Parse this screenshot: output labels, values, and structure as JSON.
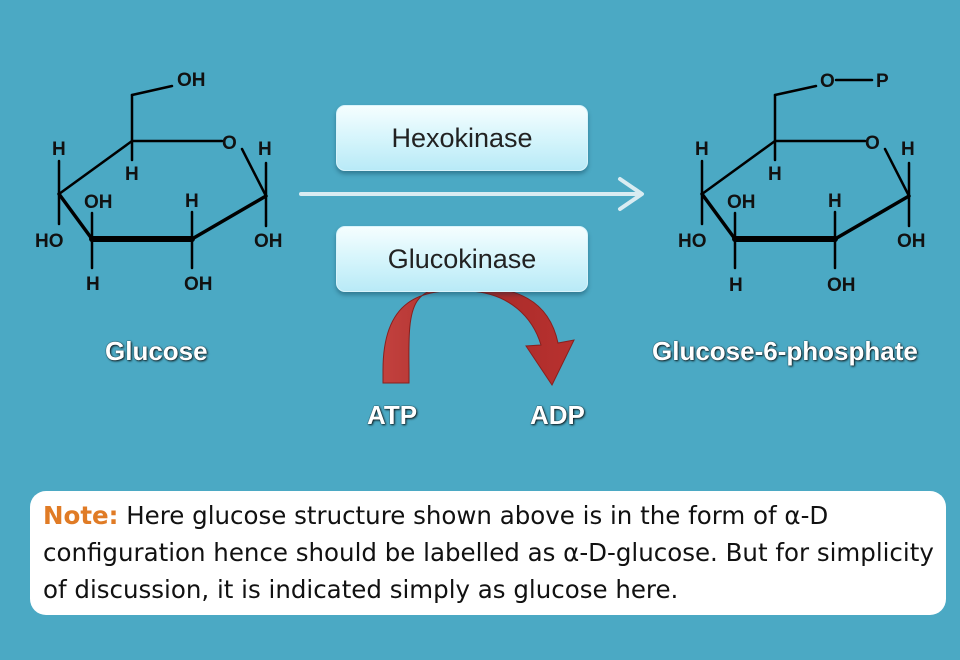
{
  "diagram": {
    "reactant": {
      "name": "Glucose",
      "atoms": {
        "oh_top": "OH",
        "ring_o": "O",
        "h_c4": "H",
        "h_c5": "H",
        "h_c1": "H",
        "oh_c3": "OH",
        "h_c2": "H",
        "ho_c4": "HO",
        "oh_c1": "OH",
        "h_c3": "H",
        "oh_c2": "OH"
      }
    },
    "product": {
      "name": "Glucose-6-phosphate",
      "atoms": {
        "o_ester": "O",
        "p": "P",
        "ring_o": "O",
        "h_c4": "H",
        "h_c5": "H",
        "h_c1": "H",
        "oh_c3": "OH",
        "h_c2": "H",
        "ho_c4": "HO",
        "oh_c1": "OH",
        "h_c3": "H",
        "oh_c2": "OH"
      }
    },
    "enzymes": [
      "Hexokinase",
      "Glucokinase"
    ],
    "cofactor_in": "ATP",
    "cofactor_out": "ADP",
    "colors": {
      "background": "#4ba9c4",
      "reaction_arrow": "#d9ecf2",
      "curved_arrow": "#b8312f",
      "note_label": "#e07b25"
    }
  },
  "note": {
    "label": "Note:",
    "text": " Here glucose structure shown above is in the form of α-D configuration hence should be labelled as α-D-glucose. But for simplicity of discussion, it is indicated simply as glucose here."
  }
}
